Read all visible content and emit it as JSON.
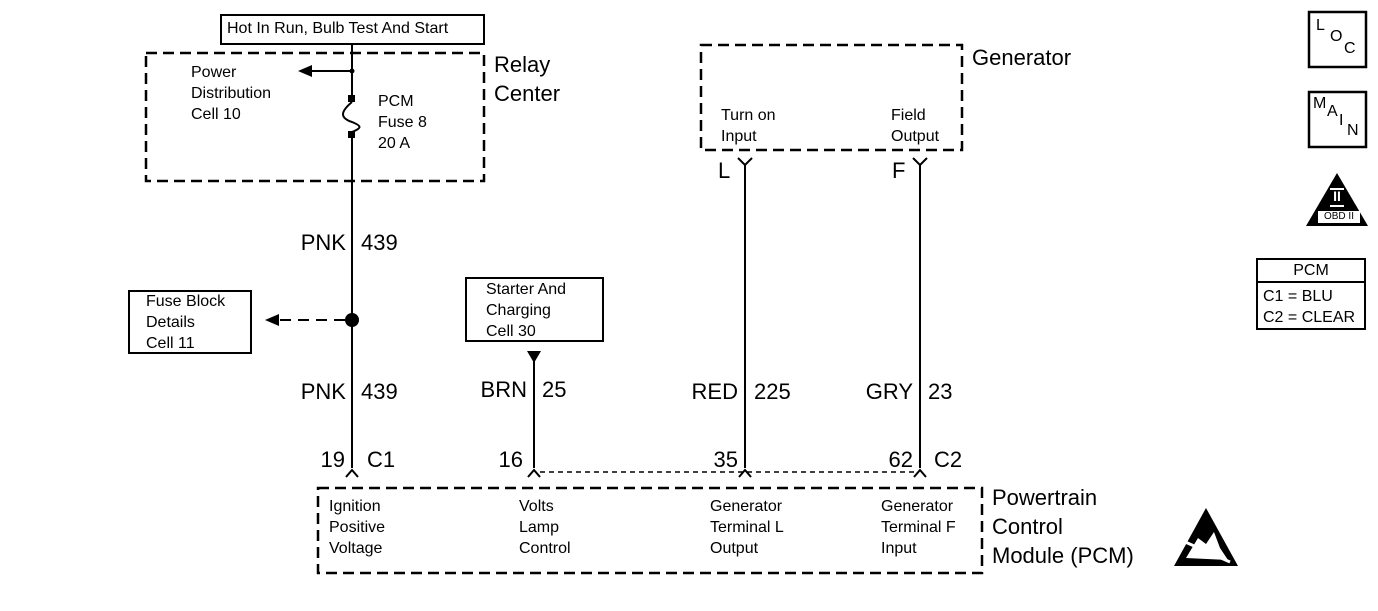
{
  "power_source": "Hot In Run, Bulb Test And Start",
  "relay_center": {
    "title_line1": "Relay",
    "title_line2": "Center",
    "power_dist": [
      "Power",
      "Distribution",
      "Cell 10"
    ],
    "fuse": [
      "PCM",
      "Fuse 8",
      "20 A"
    ]
  },
  "generator": {
    "title": "Generator",
    "turn_on_input": [
      "Turn on",
      "Input"
    ],
    "field_output": [
      "Field",
      "Output"
    ],
    "terminal_l": "L",
    "terminal_f": "F"
  },
  "fuse_block": [
    "Fuse Block",
    "Details",
    "Cell 11"
  ],
  "starter_charging": [
    "Starter And",
    "Charging",
    "Cell 30"
  ],
  "wires": {
    "pnk_upper": {
      "color": "PNK",
      "circuit": "439"
    },
    "pnk_lower": {
      "color": "PNK",
      "circuit": "439"
    },
    "brn": {
      "color": "BRN",
      "circuit": "25"
    },
    "red": {
      "color": "RED",
      "circuit": "225"
    },
    "gry": {
      "color": "GRY",
      "circuit": "23"
    }
  },
  "pins": {
    "p19": "19",
    "c1": "C1",
    "p16": "16",
    "p35": "35",
    "p62": "62",
    "c2": "C2"
  },
  "pcm": {
    "title": [
      "Powertrain",
      "Control",
      "Module (PCM)"
    ],
    "ignition": [
      "Ignition",
      "Positive",
      "Voltage"
    ],
    "volts_lamp": [
      "Volts",
      "Lamp",
      "Control"
    ],
    "gen_l": [
      "Generator",
      "Terminal L",
      "Output"
    ],
    "gen_f": [
      "Generator",
      "Terminal F",
      "Input"
    ]
  },
  "legend": {
    "loc": [
      "L",
      "O",
      "C"
    ],
    "main": [
      "M",
      "A",
      "I",
      "N"
    ],
    "obd": {
      "numeral": "II",
      "label": "OBD II"
    },
    "pcm_title": "PCM",
    "pcm_c1": "C1 = BLU",
    "pcm_c2": "C2 = CLEAR"
  }
}
